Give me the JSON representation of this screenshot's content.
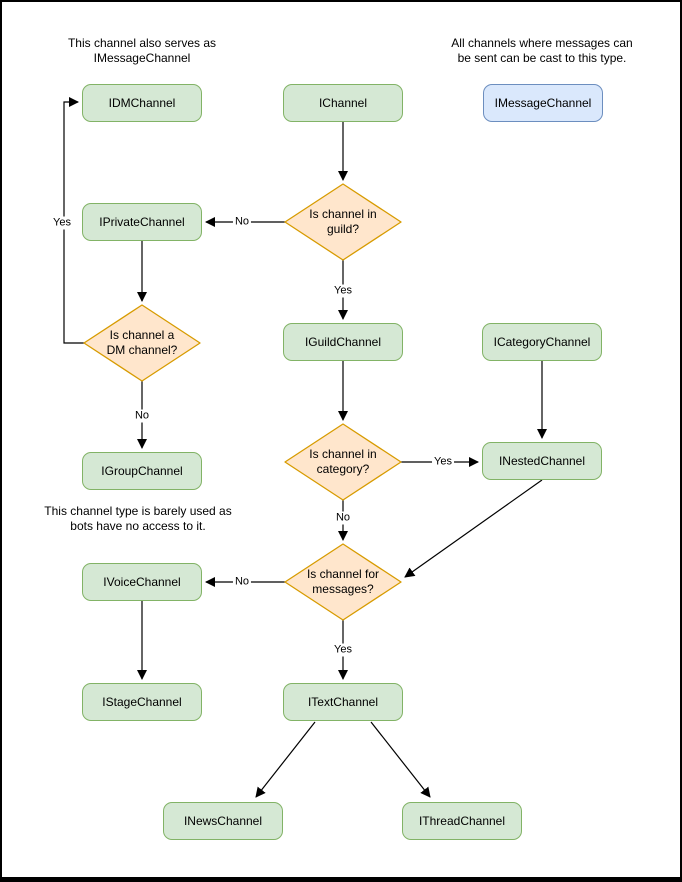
{
  "diagram": {
    "notes": [
      {
        "text": "This channel also serves as\nIMessageChannel"
      },
      {
        "text": "All channels where messages can\nbe sent can be cast to this type."
      },
      {
        "text": "This channel type is barely used as\nbots have no access to it."
      }
    ],
    "nodes": [
      {
        "label": "IDMChannel",
        "style": "green"
      },
      {
        "label": "IChannel",
        "style": "green"
      },
      {
        "label": "IMessageChannel",
        "style": "blue"
      },
      {
        "label": "IPrivateChannel",
        "style": "green"
      },
      {
        "label": "IGuildChannel",
        "style": "green"
      },
      {
        "label": "ICategoryChannel",
        "style": "green"
      },
      {
        "label": "IGroupChannel",
        "style": "green"
      },
      {
        "label": "INestedChannel",
        "style": "green"
      },
      {
        "label": "IVoiceChannel",
        "style": "green"
      },
      {
        "label": "IStageChannel",
        "style": "green"
      },
      {
        "label": "ITextChannel",
        "style": "green"
      },
      {
        "label": "INewsChannel",
        "style": "green"
      },
      {
        "label": "IThreadChannel",
        "style": "green"
      }
    ],
    "decisions": [
      {
        "label": "Is channel in\nguild?"
      },
      {
        "label": "Is channel a\nDM channel?"
      },
      {
        "label": "Is channel in\ncategory?"
      },
      {
        "label": "Is channel for\nmessages?"
      }
    ],
    "edges": [
      {
        "from": "IChannel",
        "to": "Is channel in guild?",
        "label": ""
      },
      {
        "from": "Is channel in guild?",
        "to": "IPrivateChannel",
        "label": "No"
      },
      {
        "from": "Is channel in guild?",
        "to": "IGuildChannel",
        "label": "Yes"
      },
      {
        "from": "IPrivateChannel",
        "to": "Is channel a DM channel?",
        "label": ""
      },
      {
        "from": "Is channel a DM channel?",
        "to": "IDMChannel",
        "label": "Yes"
      },
      {
        "from": "Is channel a DM channel?",
        "to": "IGroupChannel",
        "label": "No"
      },
      {
        "from": "IGuildChannel",
        "to": "Is channel in category?",
        "label": ""
      },
      {
        "from": "Is channel in category?",
        "to": "INestedChannel",
        "label": "Yes"
      },
      {
        "from": "ICategoryChannel",
        "to": "INestedChannel",
        "label": ""
      },
      {
        "from": "Is channel in category?",
        "to": "Is channel for messages?",
        "label": "No"
      },
      {
        "from": "INestedChannel",
        "to": "Is channel for messages?",
        "label": ""
      },
      {
        "from": "Is channel for messages?",
        "to": "IVoiceChannel",
        "label": "No"
      },
      {
        "from": "Is channel for messages?",
        "to": "ITextChannel",
        "label": "Yes"
      },
      {
        "from": "IVoiceChannel",
        "to": "IStageChannel",
        "label": ""
      },
      {
        "from": "ITextChannel",
        "to": "INewsChannel",
        "label": ""
      },
      {
        "from": "ITextChannel",
        "to": "IThreadChannel",
        "label": ""
      }
    ],
    "colors": {
      "node_fill": "#d5e8d4",
      "node_border": "#82b366",
      "message_fill": "#dae8fc",
      "message_border": "#6c8ebf",
      "decision_fill": "#ffe6cc",
      "decision_border": "#d79b00",
      "line": "#000000",
      "background": "#ffffff",
      "frame": "#000000"
    }
  }
}
